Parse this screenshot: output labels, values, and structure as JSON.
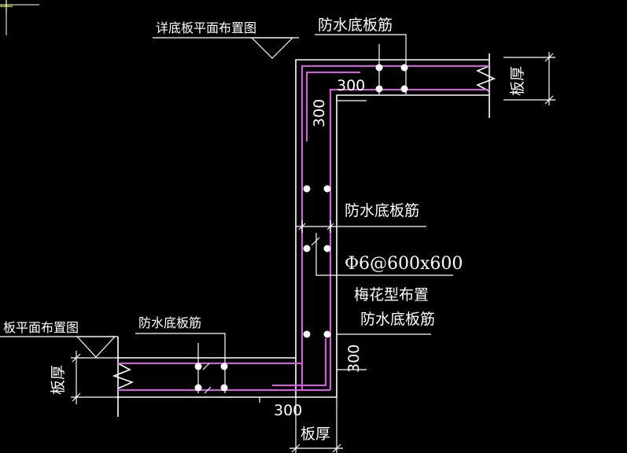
{
  "colors": {
    "background": "#000000",
    "linework": "#ffffff",
    "rebar": "#e055e8",
    "accent_tick": "#ffff00"
  },
  "labels": {
    "detail_ref_top": "详底板平面布置图",
    "detail_ref_bottom": "板平面布置图",
    "rebar_top": "防水底板筋",
    "rebar_middle": "防水底板筋",
    "rebar_bottom": "防水底板筋",
    "dowel_spec": "Φ6@600x600",
    "dowel_layout_1": "梅花型布置",
    "dowel_layout_2": "防水底板筋"
  },
  "dimensions": {
    "top_horizontal": "300",
    "top_vertical": "300",
    "bottom_vertical": "300",
    "bottom_horizontal": "300",
    "slab_thickness_right": "板厚",
    "slab_thickness_left": "板厚",
    "slab_thickness_bottom": "板厚"
  }
}
